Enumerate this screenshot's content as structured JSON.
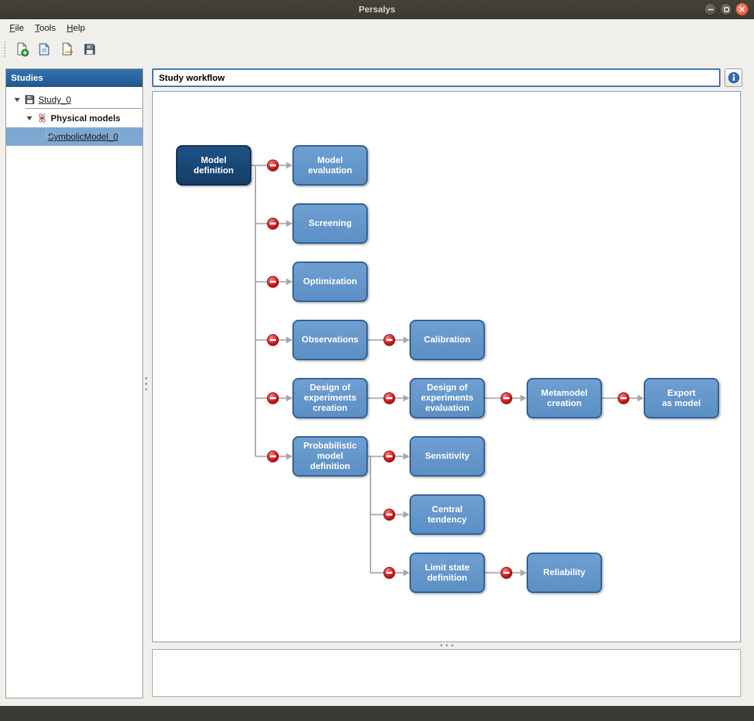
{
  "window": {
    "title": "Persalys",
    "controls": [
      {
        "name": "minimize-button",
        "icon": "minimize-icon"
      },
      {
        "name": "maximize-button",
        "icon": "maximize-icon"
      },
      {
        "name": "close-button",
        "icon": "close-icon",
        "glyph": "✕"
      }
    ]
  },
  "menu_bar": {
    "items": [
      {
        "label": "File"
      },
      {
        "label": "Tools"
      },
      {
        "label": "Help"
      }
    ]
  },
  "toolbar": {
    "buttons": [
      {
        "name": "new-study-button",
        "icon": "new-document-icon"
      },
      {
        "name": "open-study-button",
        "icon": "open-document-icon"
      },
      {
        "name": "import-script-button",
        "icon": "import-script-icon"
      },
      {
        "name": "save-study-button",
        "icon": "save-icon"
      }
    ]
  },
  "sidebar": {
    "header": "Studies",
    "items": [
      {
        "label": "Study_0",
        "icon": "floppy-icon",
        "expanded": true,
        "underlined": true
      },
      {
        "label": "Physical models",
        "icon": "atom-icon",
        "expanded": true,
        "bold": true
      },
      {
        "label": "SymbolicModel_0",
        "selected": true,
        "underlined": true
      }
    ]
  },
  "main": {
    "header": "Study workflow",
    "info_button_icon": "info-icon"
  },
  "workflow": {
    "nodes": [
      {
        "id": "model-definition",
        "label": "Model\ndefinition",
        "state": "enabled"
      },
      {
        "id": "model-evaluation",
        "label": "Model\nevaluation",
        "state": "disabled"
      },
      {
        "id": "screening",
        "label": "Screening",
        "state": "disabled"
      },
      {
        "id": "optimization",
        "label": "Optimization",
        "state": "disabled"
      },
      {
        "id": "observations",
        "label": "Observations",
        "state": "disabled"
      },
      {
        "id": "calibration",
        "label": "Calibration",
        "state": "disabled"
      },
      {
        "id": "design-of-experiments-creation",
        "label": "Design of\nexperiments\ncreation",
        "state": "disabled"
      },
      {
        "id": "design-of-experiments-evaluation",
        "label": "Design of\nexperiments\nevaluation",
        "state": "disabled"
      },
      {
        "id": "metamodel-creation",
        "label": "Metamodel\ncreation",
        "state": "disabled"
      },
      {
        "id": "export-as-model",
        "label": "Export\nas model",
        "state": "disabled"
      },
      {
        "id": "probabilistic-model-definition",
        "label": "Probabilistic\nmodel\ndefinition",
        "state": "disabled"
      },
      {
        "id": "sensitivity",
        "label": "Sensitivity",
        "state": "disabled"
      },
      {
        "id": "central-tendency",
        "label": "Central\ntendency",
        "state": "disabled"
      },
      {
        "id": "limit-state-definition",
        "label": "Limit state\ndefinition",
        "state": "disabled"
      },
      {
        "id": "reliability",
        "label": "Reliability",
        "state": "disabled"
      }
    ]
  },
  "colors": {
    "titlebar": "#3b3934",
    "accent_blue": "#2e6aa8",
    "node_fill": "#6397cb",
    "node_border": "#2b5c8f",
    "node_dark_fill": "#1a4d80",
    "disabled_red": "#cc1111",
    "selection_blue": "#7ea8d1",
    "close_orange": "#dd4f33"
  }
}
